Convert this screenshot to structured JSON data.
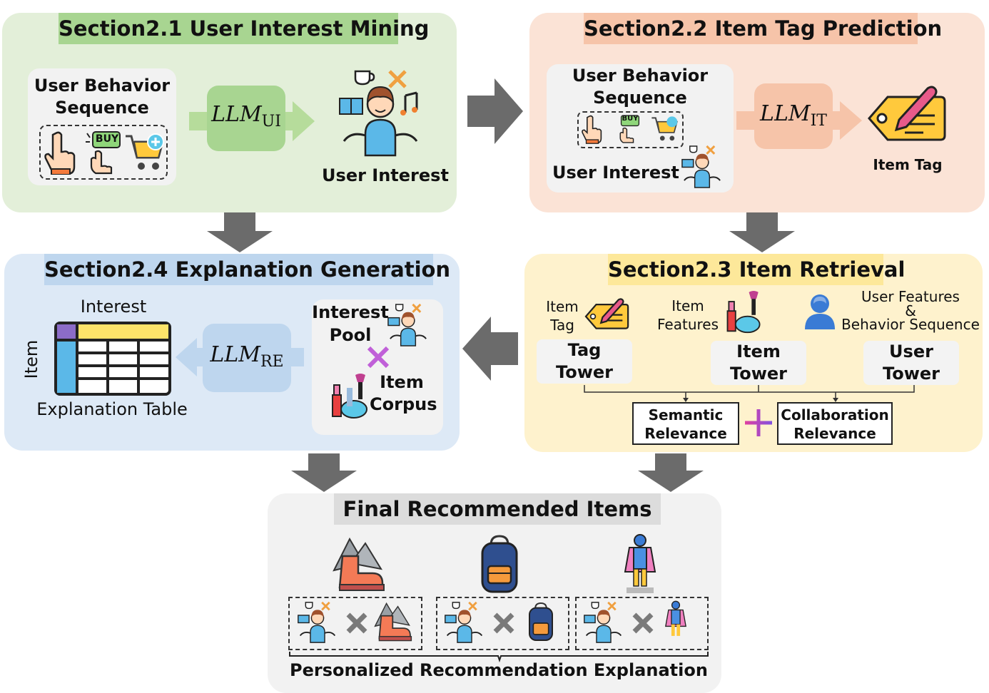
{
  "section21": {
    "title": "Section2.1 User Interest Mining",
    "behavior_label": "User Behavior Sequence",
    "behavior_line1": "User Behavior",
    "behavior_line2": "Sequence",
    "buy_label": "BUY",
    "llm_base": "LLM",
    "llm_sub": "UI",
    "interest_label": "User Interest"
  },
  "section22": {
    "title": "Section2.2 Item Tag Prediction",
    "behavior_line1": "User Behavior",
    "behavior_line2": "Sequence",
    "buy_label": "BUY",
    "interest_label": "User Interest",
    "llm_base": "LLM",
    "llm_sub": "IT",
    "tag_label": "Item Tag"
  },
  "section23": {
    "title": "Section2.3 Item Retrieval",
    "item_tag_line1": "Item",
    "item_tag_line2": "Tag",
    "item_features_line1": "Item",
    "item_features_line2": "Features",
    "user_features_line1": "User Features",
    "user_features_line2": "&",
    "user_features_line3": "Behavior Sequence",
    "tag_tower_line1": "Tag",
    "tag_tower_line2": "Tower",
    "item_tower_line1": "Item",
    "item_tower_line2": "Tower",
    "user_tower_line1": "User",
    "user_tower_line2": "Tower",
    "semantic_line1": "Semantic",
    "semantic_line2": "Relevance",
    "collab_line1": "Collaboration",
    "collab_line2": "Relevance"
  },
  "section24": {
    "title": "Section2.4 Explanation Generation",
    "interest_axis": "Interest",
    "item_axis": "Item",
    "table_label": "Explanation Table",
    "llm_base": "LLM",
    "llm_sub": "RE",
    "pool_line1": "Interest",
    "pool_line2": "Pool",
    "corpus_line1": "Item",
    "corpus_line2": "Corpus"
  },
  "final": {
    "title": "Final Recommended Items",
    "footer": "Personalized Recommendation Explanation"
  },
  "colors": {
    "green_panel": "#e3efd9",
    "green_title": "#a8d591",
    "orange_panel": "#fbe3d6",
    "orange_title": "#f6c4a9",
    "blue_panel": "#dde9f6",
    "blue_title": "#bed6ee",
    "yellow_panel": "#fef2cd",
    "yellow_title": "#fde89a",
    "gray_panel": "#f2f2f2",
    "gray_title": "#dcdcdc",
    "arrow_gray": "#6b6b6b"
  }
}
